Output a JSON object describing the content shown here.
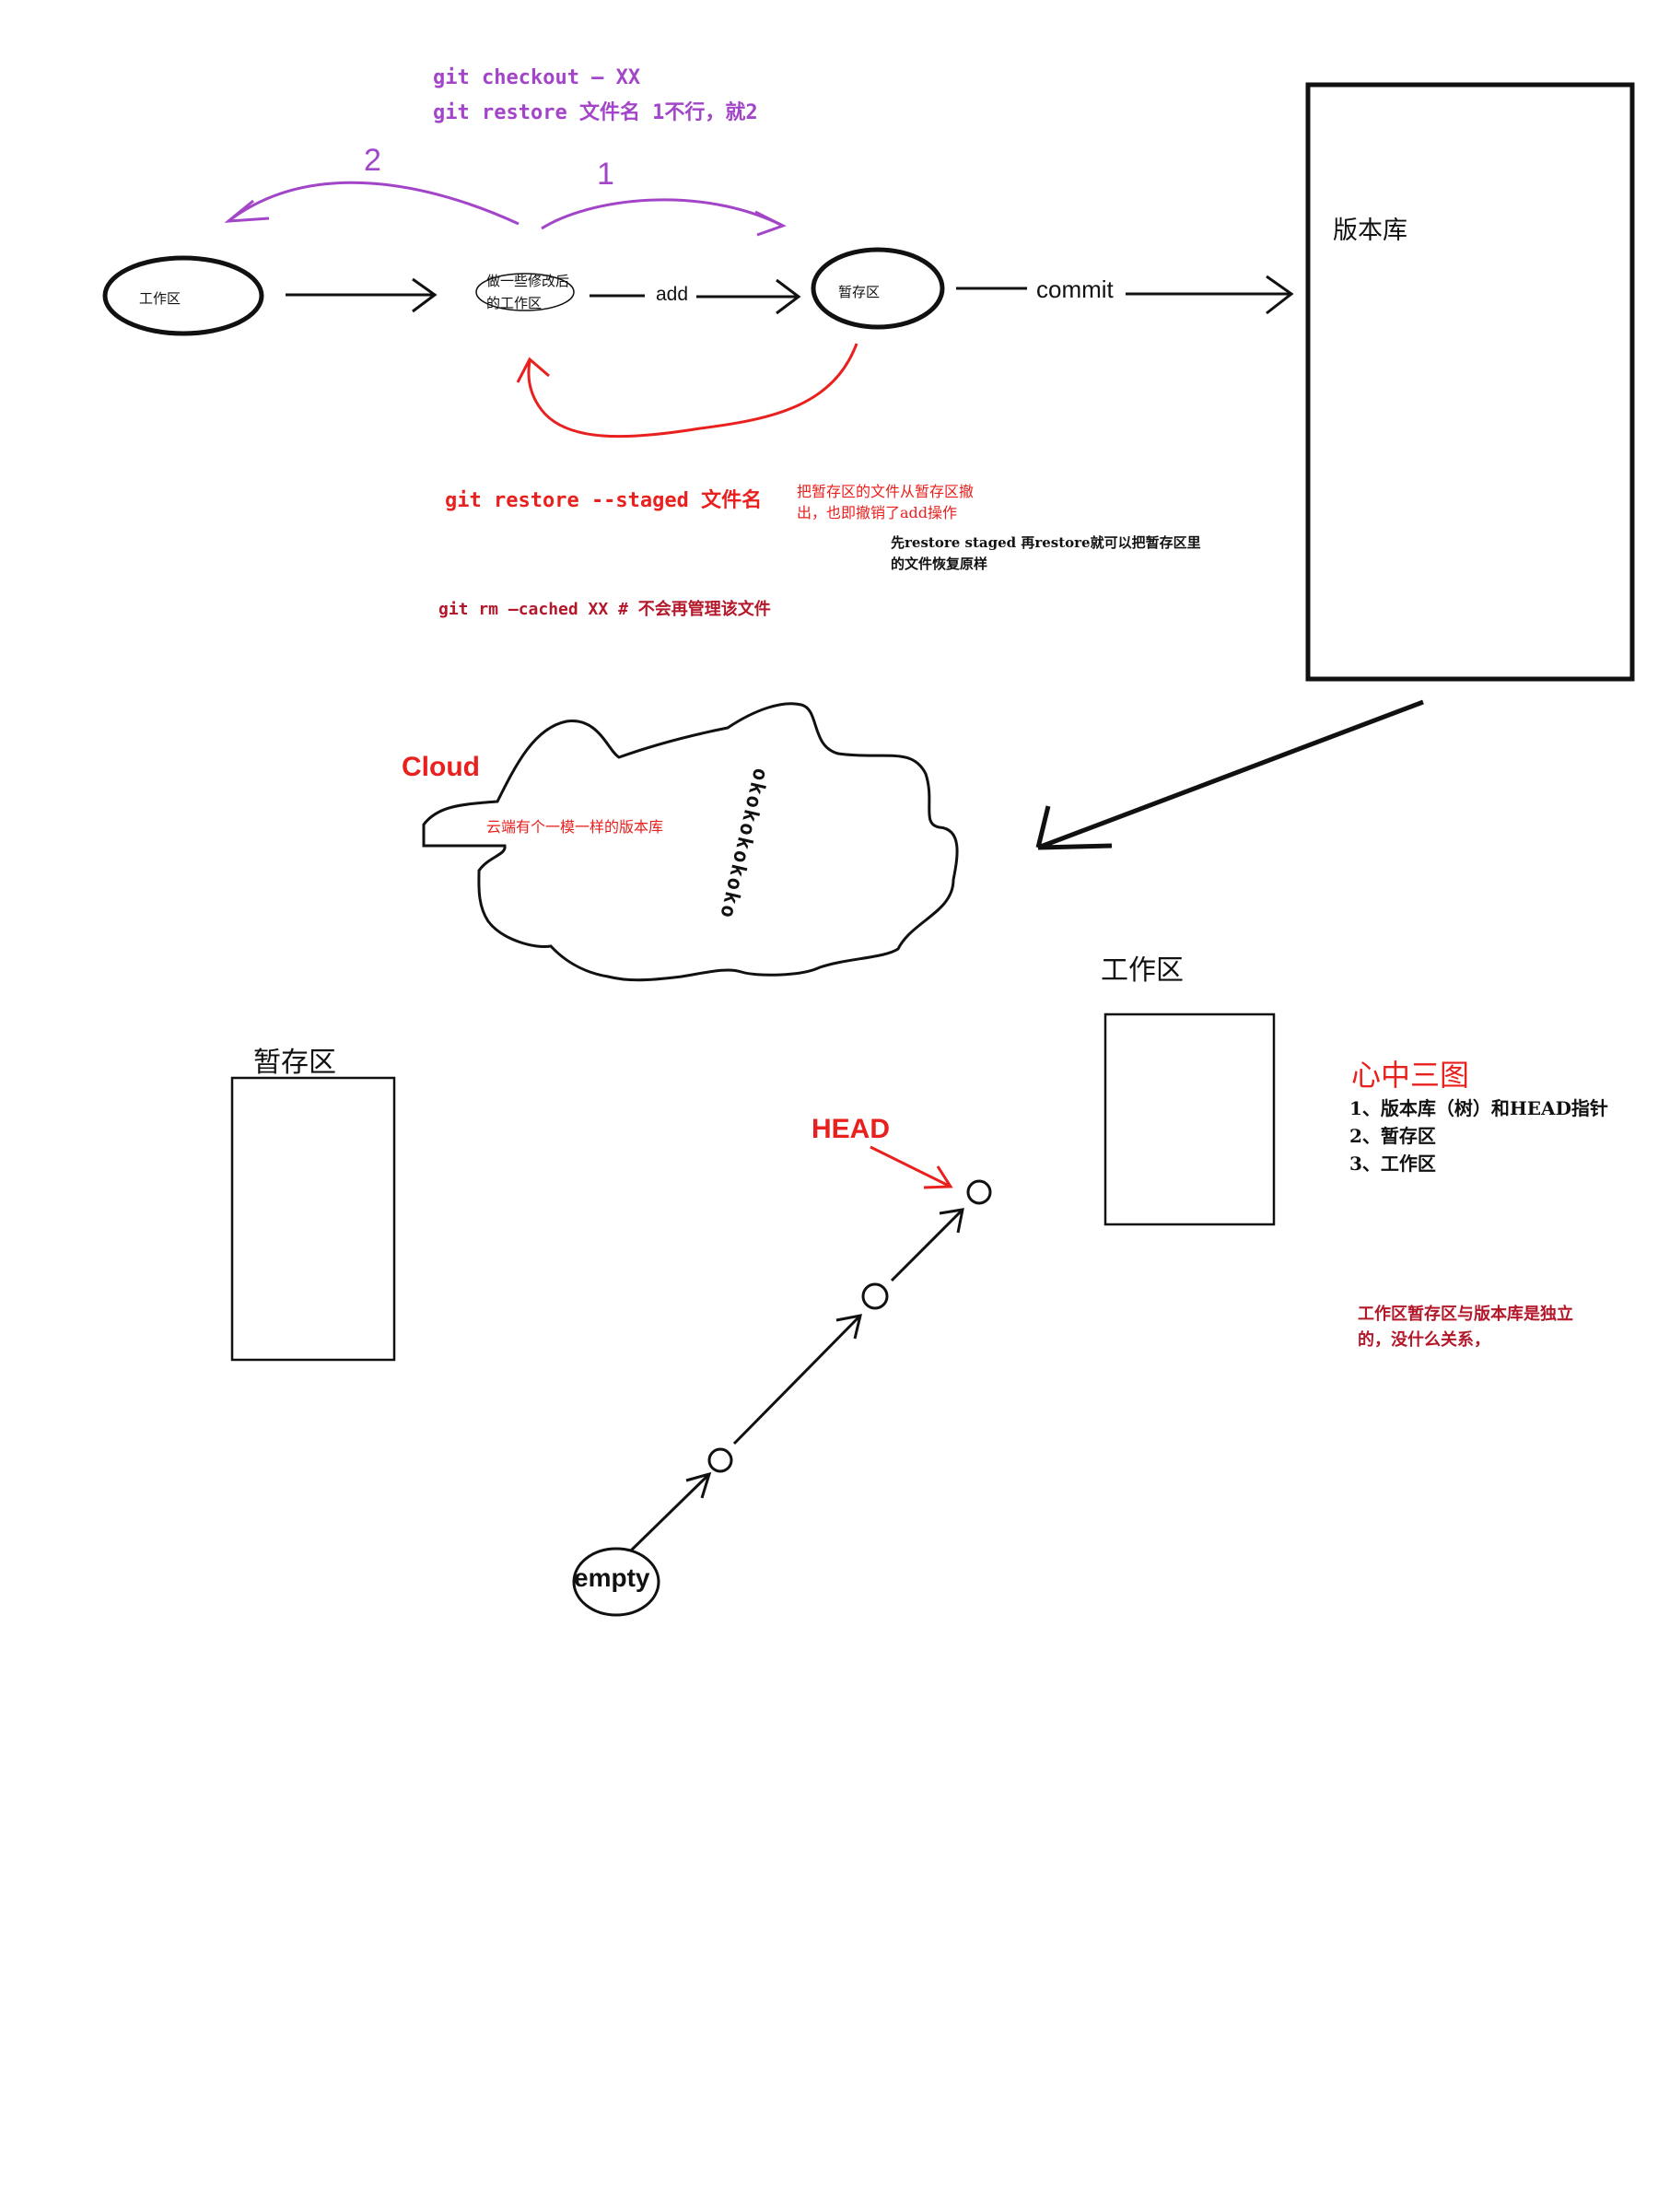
{
  "colors": {
    "ink": "#111111",
    "purple": "#a245c8",
    "red": "#e8201e",
    "dark_red": "#b3172a"
  },
  "top_flow": {
    "checkout_line1": "git checkout — XX",
    "checkout_line2": "git restore 文件名  1不行，就2",
    "arc_label_2": "2",
    "arc_label_1": "1",
    "working_node": "工作区",
    "modified_node_line1": "做一些修改后",
    "modified_node_line2": "的工作区",
    "add_label": "add",
    "staging_node": "暂存区",
    "commit_label": "commit",
    "repo_label": "版本库"
  },
  "notes": {
    "restore_staged_cmd": "git restore --staged 文件名",
    "restore_staged_desc_line1": "把暂存区的文件从暂存区撤",
    "restore_staged_desc_line2": "出，也即撤销了add操作",
    "restore_combo_line1": "先restore staged 再restore就可以把暂存区里",
    "restore_combo_line2": "的文件恢复原样",
    "rm_cached_cmd": "git rm —cached XX # 不会再管理该文件"
  },
  "cloud": {
    "title": "Cloud",
    "desc": "云端有个一模一样的版本库",
    "squiggle": "okokokokoko"
  },
  "lower": {
    "staging_label": "暂存区",
    "working_label": "工作区",
    "head_label": "HEAD",
    "empty_label": "empty"
  },
  "three_trees": {
    "title": "心中三图",
    "items": [
      "1、版本库（树）和HEAD指针",
      "2、暂存区",
      "3、工作区"
    ],
    "note_line1": "工作区暂存区与版本库是独立",
    "note_line2": "的，没什么关系，"
  }
}
